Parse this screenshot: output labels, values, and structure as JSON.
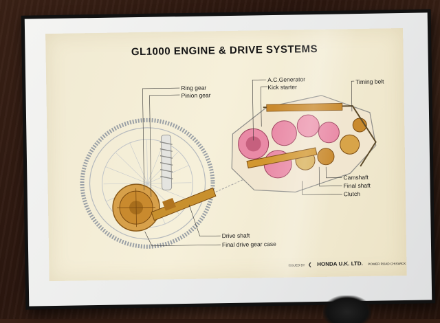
{
  "poster": {
    "title": "GL1000 ENGINE & DRIVE SYSTEMS",
    "labels": {
      "ring_gear": "Ring gear",
      "pinion_gear": "Pinion gear",
      "ac_generator": "A.C.Generator",
      "kick_starter": "Kick starter",
      "timing_belt": "Timing belt",
      "camshaft": "Camshaft",
      "final_shaft": "Final shaft",
      "clutch": "Clutch",
      "drive_shaft": "Drive shaft",
      "final_drive_gear_case": "Final drive gear case"
    },
    "issuer": {
      "issued_by": "ISSUED BY",
      "brand": "HONDA U.K. LTD.",
      "department": "POWER ROAD CHISWICK"
    }
  },
  "colors": {
    "engine_pink": "#e98aa6",
    "gear_gold": "#c98a2e",
    "paper": "#f3ecd5"
  }
}
